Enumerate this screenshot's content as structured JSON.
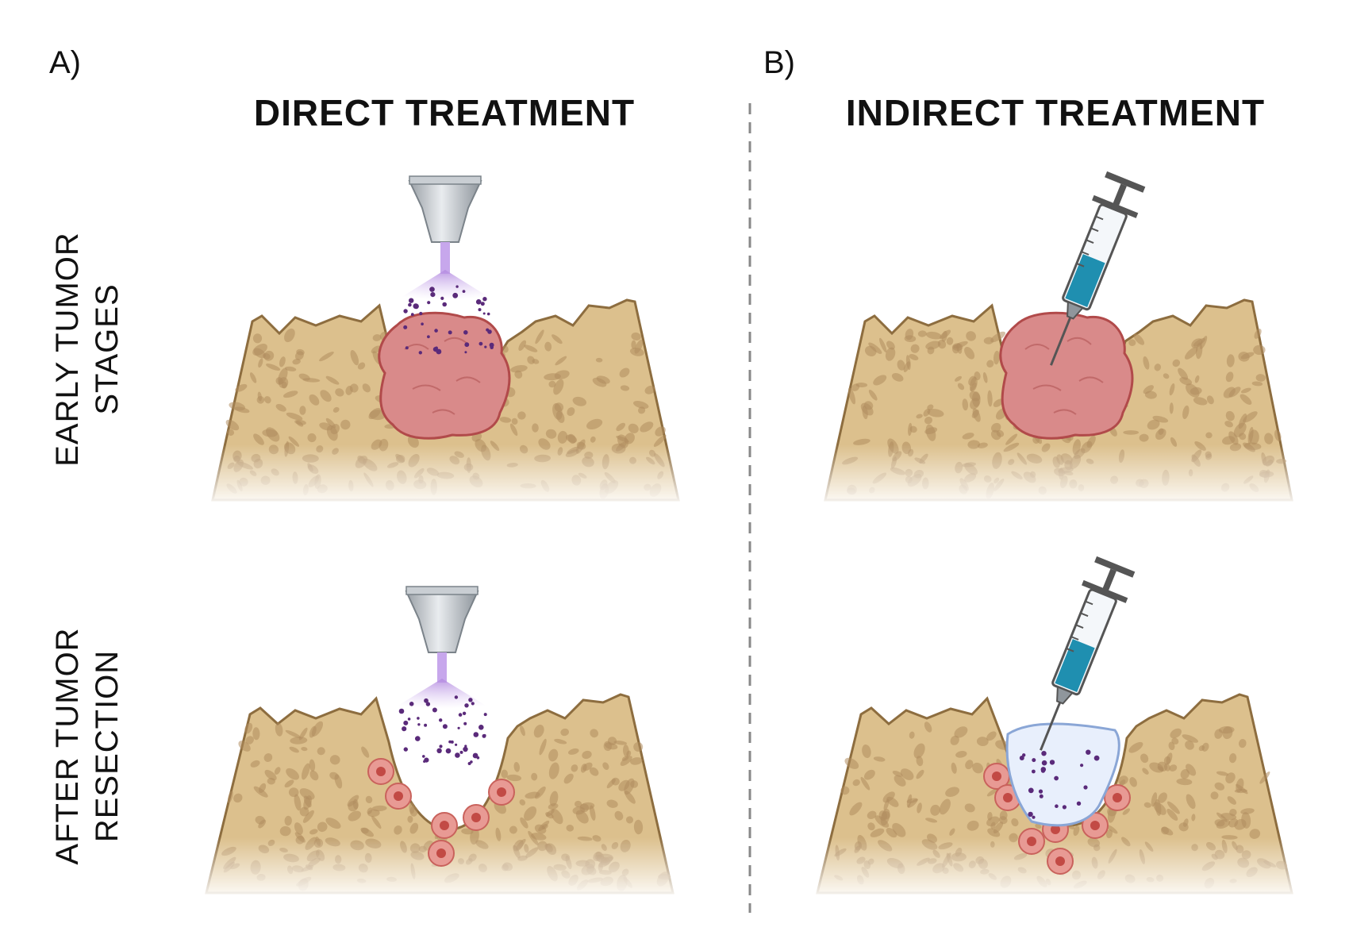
{
  "panels": {
    "a_label": "A)",
    "b_label": "B)"
  },
  "columns": {
    "direct": "DIRECT TREATMENT",
    "indirect": "INDIRECT TREATMENT"
  },
  "rows": {
    "early": [
      "EARLY TUMOR",
      "STAGES"
    ],
    "after": [
      "AFTER TUMOR",
      "RESECTION"
    ]
  },
  "colors": {
    "bone": "#dcc08d",
    "bone_pore": "#b08d5e",
    "tumor": "#d98a8a",
    "tumor_edge": "#b14a4a",
    "plasma": "#a679d1",
    "particle": "#5a2a7a",
    "syringe_fluid": "#1f8fb0",
    "hydrogel": "#e8effc"
  }
}
